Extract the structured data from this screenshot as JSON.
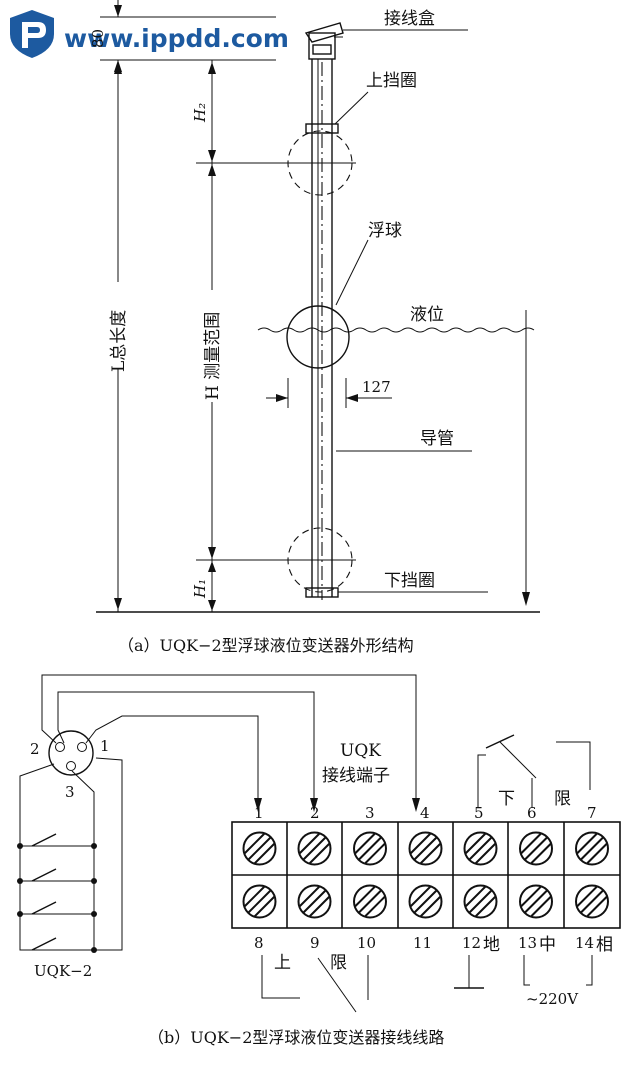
{
  "watermark": {
    "text": "www.ippdd.com"
  },
  "figure_a": {
    "caption": "（a）UQK−2型浮球液位变送器外形结构",
    "labels": {
      "junction_box": "接线盒",
      "upper_ring": "上挡圈",
      "float": "浮球",
      "liquid_level": "液位",
      "guide_tube": "导管",
      "lower_ring": "下挡圈",
      "diameter": "127",
      "top_dim": "80",
      "total_length": "L总长度",
      "measure_range": "H 测量范围",
      "h2": "H₂",
      "h1": "H₁"
    }
  },
  "figure_b": {
    "caption": "（b）UQK−2型浮球液位变送器接线线路",
    "connector_pins": [
      "2",
      "1",
      "3"
    ],
    "block_title_1": "UQK",
    "block_title_2": "接线端子",
    "top_numbers": [
      "1",
      "2",
      "3",
      "4",
      "5",
      "6",
      "7"
    ],
    "bottom_numbers": [
      "8",
      "9",
      "10",
      "11",
      "12",
      "13",
      "14"
    ],
    "top_limit_a": "下",
    "top_limit_b": "限",
    "bottom_limit_a": "上",
    "bottom_limit_b": "限",
    "ground_label": "地",
    "neutral_label": "中",
    "phase_label": "相",
    "voltage": "~220V",
    "device_label": "UQK−2"
  }
}
